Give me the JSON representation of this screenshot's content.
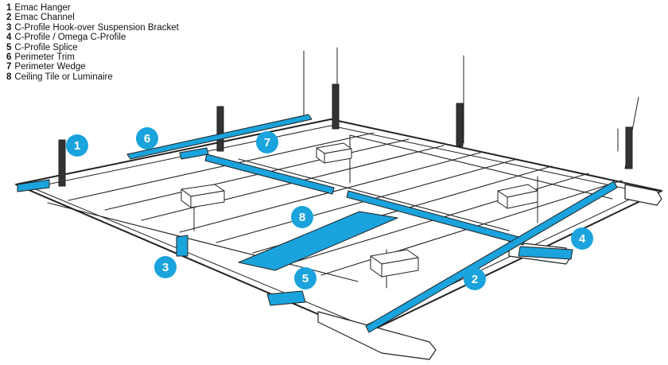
{
  "legend": [
    {
      "num": "1",
      "label": "Emac Hanger"
    },
    {
      "num": "2",
      "label": "Emac Channel"
    },
    {
      "num": "3",
      "label": "C-Profile Hook-over Suspension Bracket"
    },
    {
      "num": "4",
      "label": "C-Profile / Omega C-Profile"
    },
    {
      "num": "5",
      "label": "C-Profile Splice"
    },
    {
      "num": "6",
      "label": "Perimeter Trim"
    },
    {
      "num": "7",
      "label": "Perimeter Wedge"
    },
    {
      "num": "8",
      "label": "Ceiling Tile or Luminaire"
    }
  ],
  "badges": [
    "1",
    "2",
    "3",
    "4",
    "5",
    "6",
    "7",
    "8"
  ],
  "colors": {
    "accent": "#1aa3dc",
    "line": "#222222",
    "fill": "#ffffff"
  }
}
